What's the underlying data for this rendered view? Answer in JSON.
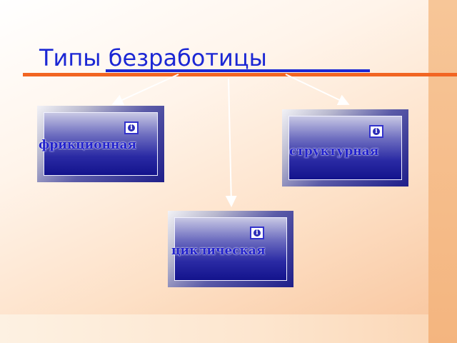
{
  "slide": {
    "title": "Типы безработицы",
    "accent_color": "#f26522",
    "title_color": "#1b27d4"
  },
  "boxes": [
    {
      "id": "frictional",
      "label": "фрикционная",
      "icon": "info-icon"
    },
    {
      "id": "structural",
      "label": "структурная",
      "icon": "info-icon"
    },
    {
      "id": "cyclical",
      "label": "циклическая",
      "icon": "info-icon"
    }
  ]
}
